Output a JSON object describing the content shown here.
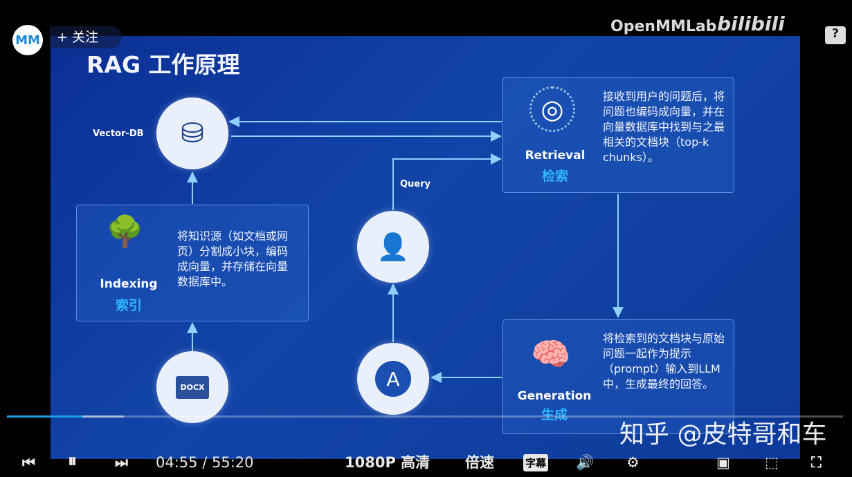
{
  "player": {
    "follow_label": "+ 关注",
    "watermark_brand": "OpenMMLab",
    "watermark_site": "bilibili",
    "zhihu_watermark": "知乎 @皮特哥和车",
    "current_time": "04:55",
    "separator": "/",
    "duration": "55:20",
    "progress_fraction": 0.09,
    "buffered_fraction": 0.14,
    "quality": "1080P 高清",
    "speed": "倍速",
    "subtitle": "字幕",
    "accent": "#1e9fe6"
  },
  "slide": {
    "title": "RAG 工作原理",
    "vector_db_label": "Vector-DB",
    "query_label": "Query",
    "docx_label": "DOCX",
    "answer_label": "A",
    "indexing": {
      "title": "Indexing",
      "title_cn": "索引",
      "desc": "将知识源（如文档或网页）分割成小块，编码成向量，并存储在向量数据库中。"
    },
    "retrieval": {
      "title": "Retrieval",
      "title_cn": "检索",
      "desc": "接收到用户的问题后，将问题也编码成向量，并在向量数据库中找到与之最相关的文档块（top-k chunks）。"
    },
    "generation": {
      "title": "Generation",
      "title_cn": "生成",
      "desc": "将检索到的文档块与原始问题一起作为提示（prompt）输入到LLM中，生成最终的回答。"
    }
  }
}
